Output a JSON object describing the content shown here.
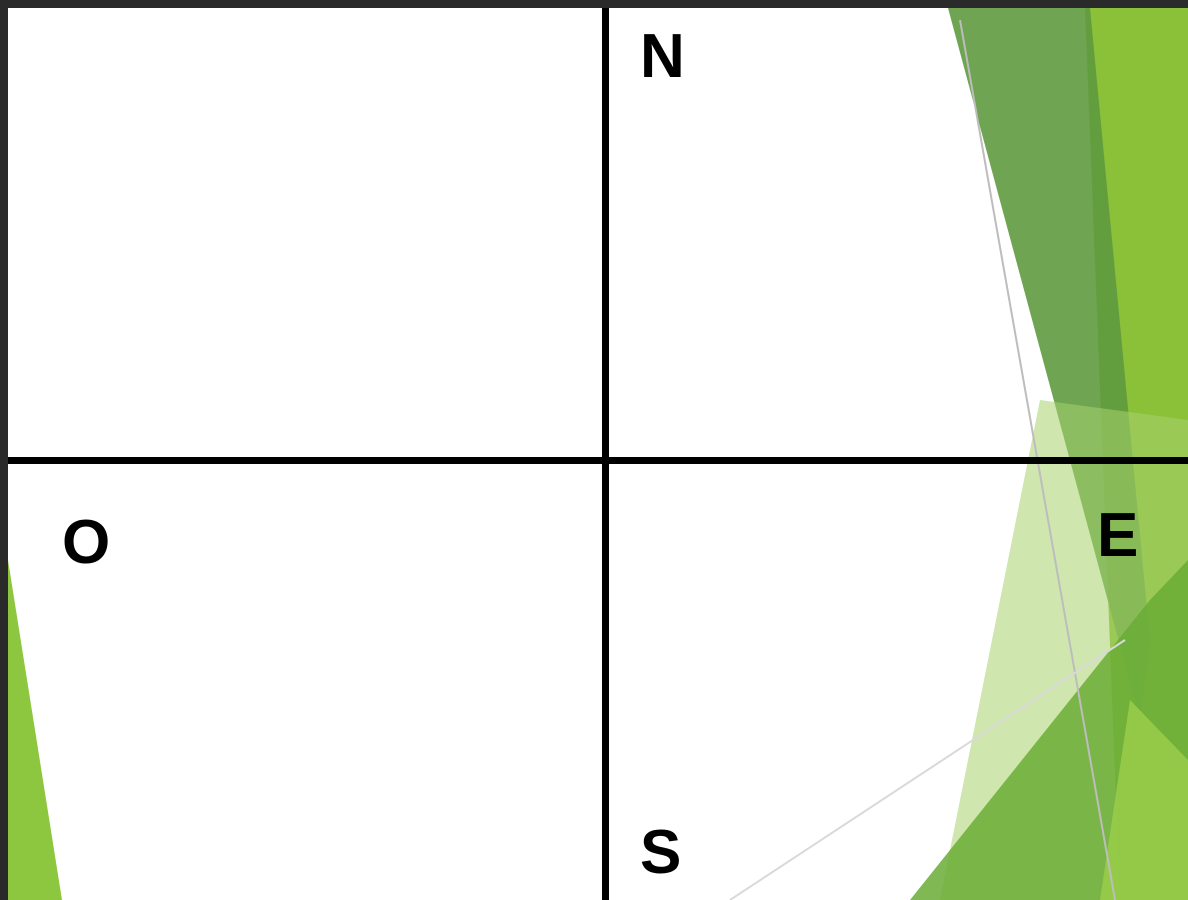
{
  "compass": {
    "north": "N",
    "south": "S",
    "east": "E",
    "west": "O"
  },
  "colors": {
    "background": "#2a2a2a",
    "canvas": "#ffffff",
    "axis": "#000000",
    "accent_dark_green": "#5f9a3f",
    "accent_green": "#7fb82c",
    "accent_light_green": "#b9d98a"
  }
}
